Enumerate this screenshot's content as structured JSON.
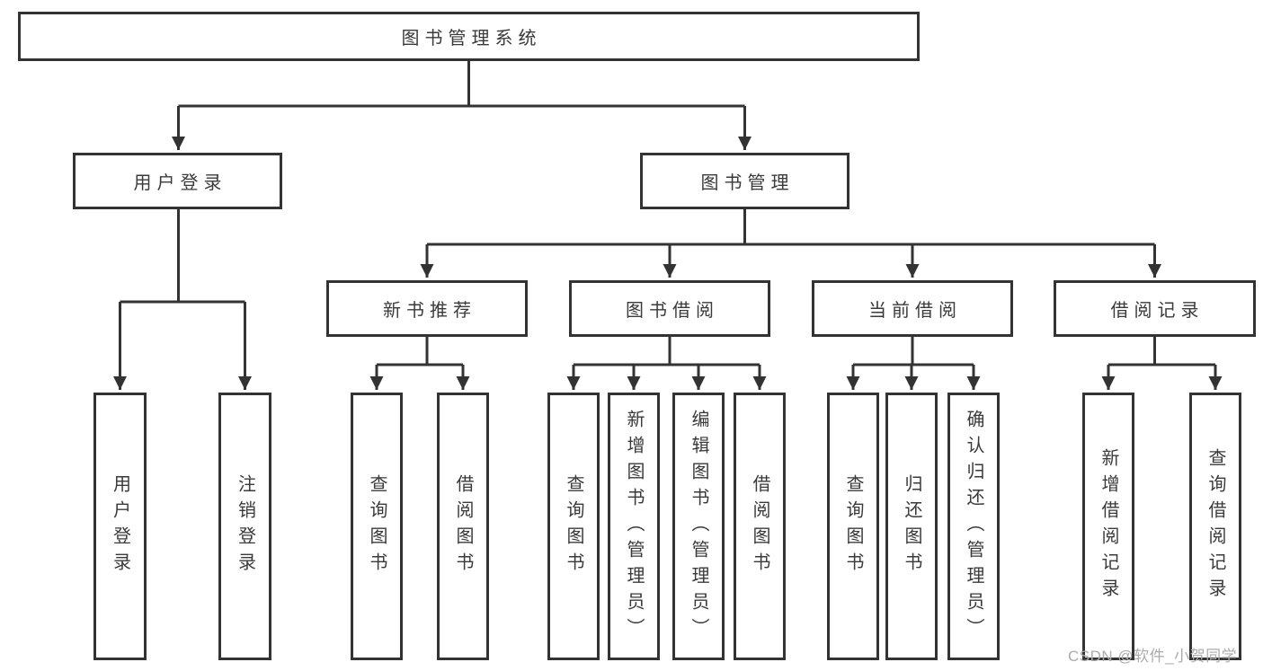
{
  "diagram_type": "hierarchy-tree",
  "colors": {
    "background": "#ffffff",
    "line": "#333333",
    "box_border": "#333333",
    "box_fill": "#ffffff",
    "text": "#3a3a3a",
    "watermark": "#acacac"
  },
  "tree": {
    "label": "图书管理系统",
    "children": [
      {
        "label": "用户登录",
        "children": [
          {
            "label": "用户登录"
          },
          {
            "label": "注销登录"
          }
        ]
      },
      {
        "label": "图书管理",
        "children": [
          {
            "label": "新书推荐",
            "children": [
              {
                "label": "查询图书"
              },
              {
                "label": "借阅图书"
              }
            ]
          },
          {
            "label": "图书借阅",
            "children": [
              {
                "label": "查询图书"
              },
              {
                "label": "新增图书（管理员）"
              },
              {
                "label": "编辑图书（管理员）"
              },
              {
                "label": "借阅图书"
              }
            ]
          },
          {
            "label": "当前借阅",
            "children": [
              {
                "label": "查询图书"
              },
              {
                "label": "归还图书"
              },
              {
                "label": "确认归还（管理员）"
              }
            ]
          },
          {
            "label": "借阅记录",
            "children": [
              {
                "label": "新增借阅记录"
              },
              {
                "label": "查询借阅记录"
              }
            ]
          }
        ]
      }
    ]
  },
  "watermark": {
    "text": "CSDN @软件_小贺同学"
  }
}
